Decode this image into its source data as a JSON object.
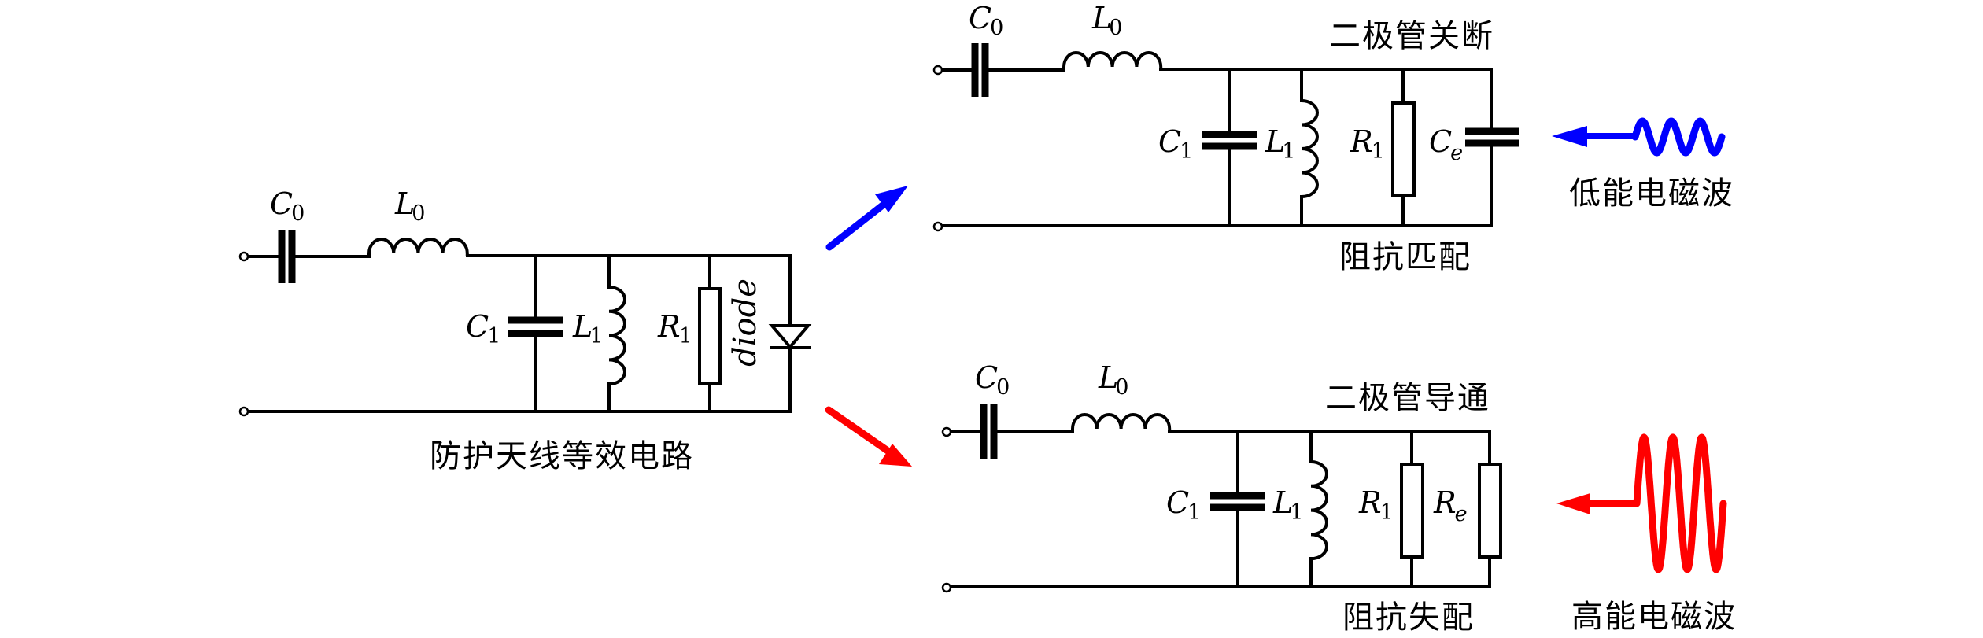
{
  "diagram": {
    "left_circuit": {
      "caption": "防护天线等效电路",
      "labels": {
        "c0": {
          "main": "C",
          "sub": "0"
        },
        "l0": {
          "main": "L",
          "sub": "0"
        },
        "c1": {
          "main": "C",
          "sub": "1"
        },
        "l1": {
          "main": "L",
          "sub": "1"
        },
        "r1": {
          "main": "R",
          "sub": "1"
        },
        "diode": "diode"
      }
    },
    "top_circuit": {
      "state_label": "二极管关断",
      "result_label": "阻抗匹配",
      "labels": {
        "c0": {
          "main": "C",
          "sub": "0"
        },
        "l0": {
          "main": "L",
          "sub": "0"
        },
        "c1": {
          "main": "C",
          "sub": "1"
        },
        "l1": {
          "main": "L",
          "sub": "1"
        },
        "r1": {
          "main": "R",
          "sub": "1"
        },
        "ce": {
          "main": "C",
          "sub": "e"
        }
      },
      "wave": {
        "label": "低能电磁波",
        "color": "#0000ff",
        "cycles": 3,
        "amplitude": "low"
      }
    },
    "bottom_circuit": {
      "state_label": "二极管导通",
      "result_label": "阻抗失配",
      "labels": {
        "c0": {
          "main": "C",
          "sub": "0"
        },
        "l0": {
          "main": "L",
          "sub": "0"
        },
        "c1": {
          "main": "C",
          "sub": "1"
        },
        "l1": {
          "main": "L",
          "sub": "1"
        },
        "r1": {
          "main": "R",
          "sub": "1"
        },
        "re": {
          "main": "R",
          "sub": "e"
        }
      },
      "wave": {
        "label": "高能电磁波",
        "color": "#ff0000",
        "cycles": 3,
        "amplitude": "high"
      }
    },
    "arrows": {
      "to_top": {
        "color": "#0000ff"
      },
      "to_bottom": {
        "color": "#ff0000"
      }
    }
  }
}
